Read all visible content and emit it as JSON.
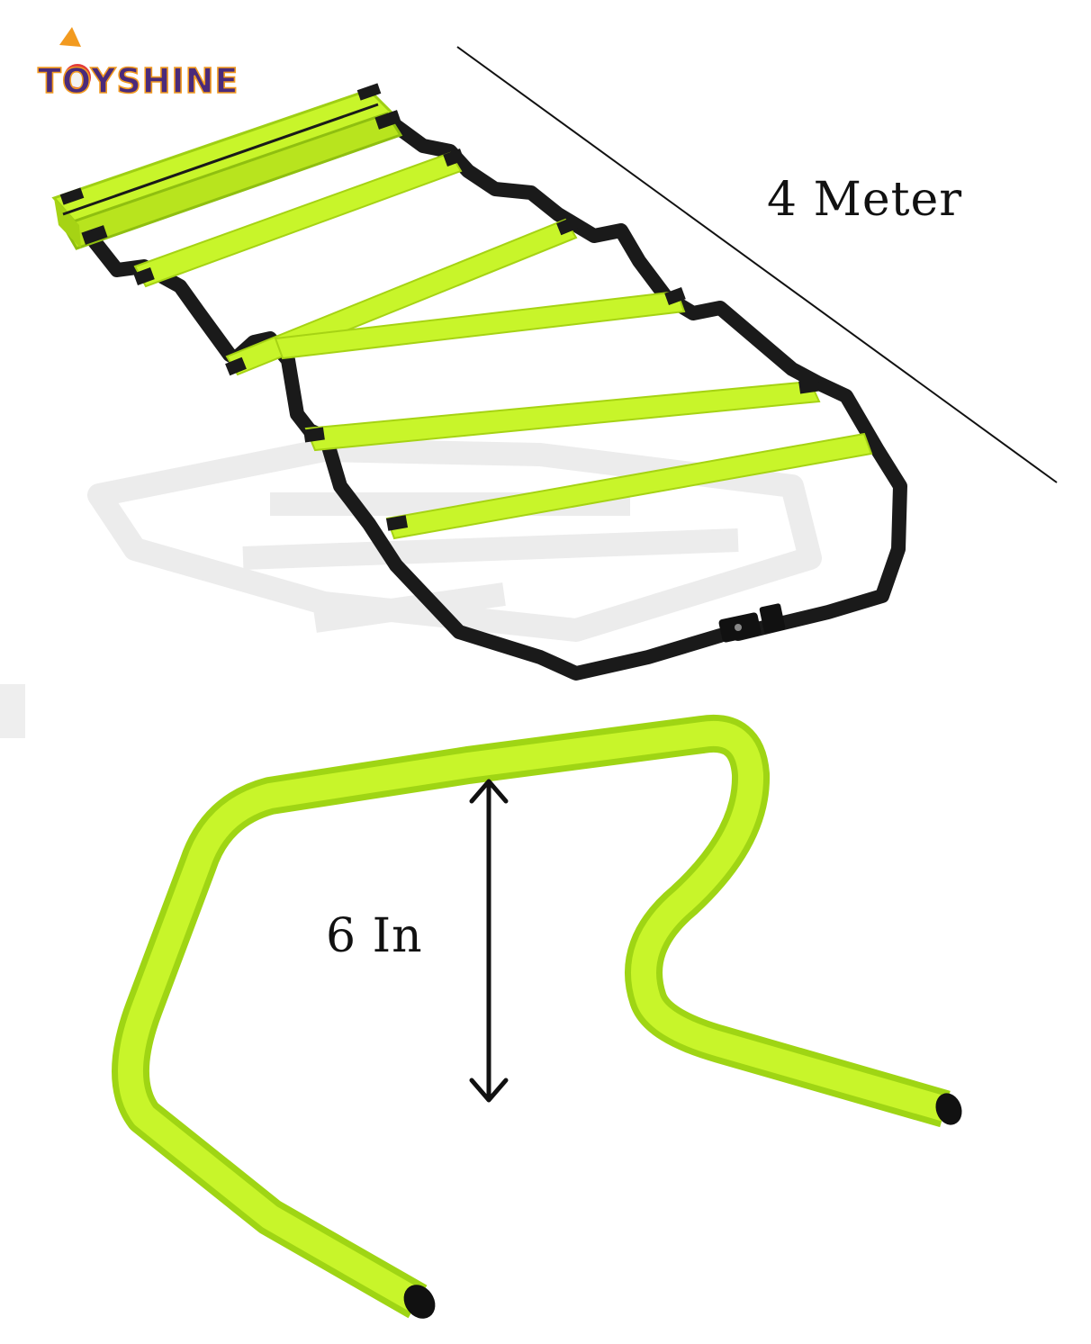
{
  "brand": {
    "logo_text": "TOYSHINE"
  },
  "dimensions": {
    "ladder_length": "4 Meter",
    "hurdle_height": "6 In"
  },
  "colors": {
    "neon": "#c8f52a",
    "neon_dark": "#9fcf14",
    "strap": "#1a1a1a",
    "shadow": "#e9e9e9",
    "logo_purple": "#4a2a7a",
    "logo_orange": "#f29a1f",
    "logo_red": "#e23b3b"
  },
  "objects": {
    "ladder": "agility-ladder",
    "hurdle": "speed-hurdle"
  }
}
